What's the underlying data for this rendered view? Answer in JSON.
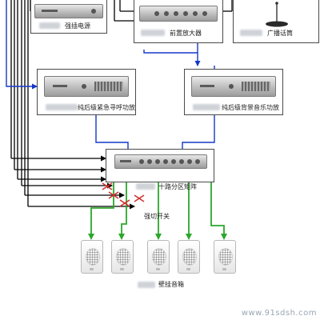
{
  "labels": {
    "power": "强插电源",
    "preamp": "前置放大器",
    "mic": "广播话筒",
    "amp_emergency": "纯后级紧急寻呼功放",
    "amp_music": "纯后级背景音乐功放",
    "matrix": "十路分区矩阵",
    "switch": "强切开关",
    "speaker": "壁挂音箱"
  },
  "watermark": "www.91sdsh.com",
  "colors": {
    "black_line": "#000000",
    "blue_line": "#1538c8",
    "green_line": "#2aa82a",
    "red_mark": "#d43030"
  },
  "icons": [
    "rack-unit-icon",
    "microphone-icon",
    "wall-speaker-icon",
    "switch-cross-icon"
  ]
}
